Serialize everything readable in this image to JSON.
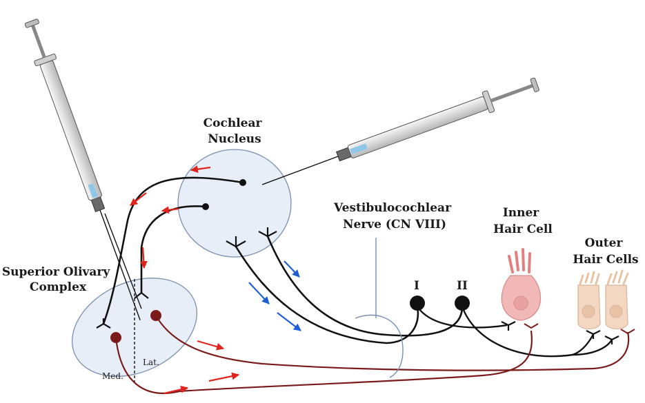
{
  "labels": {
    "cochlear_nucleus": [
      "Cochlear",
      "Nucleus"
    ],
    "superior_olivary_complex": [
      "Superior Olivary",
      "Complex"
    ],
    "vestibulocochlear_nerve": [
      "Vestibulocochlear",
      "Nerve (CN VIII)"
    ],
    "inner_hair_cell": [
      "Inner",
      "Hair Cell"
    ],
    "outer_hair_cells": [
      "Outer",
      "Hair Cells"
    ],
    "type_i": "I",
    "type_ii": "II",
    "medial": "Med.",
    "lateral": "Lat."
  },
  "colors": {
    "afferent_fiber": "#111111",
    "efferent_fiber": "#7a1a1a",
    "efferent_arrow": "#e0231b",
    "afferent_arrow": "#1f5fd6",
    "nucleus_fill": "#e8eef7",
    "nucleus_stroke": "#7a8fae",
    "inner_hair_cell": "#f2b8b8",
    "outer_hair_cell": "#f4d7c0"
  },
  "icons": [
    "syringe-icon",
    "syringe-icon",
    "inner-hair-cell-icon",
    "outer-hair-cell-icon",
    "outer-hair-cell-icon"
  ]
}
